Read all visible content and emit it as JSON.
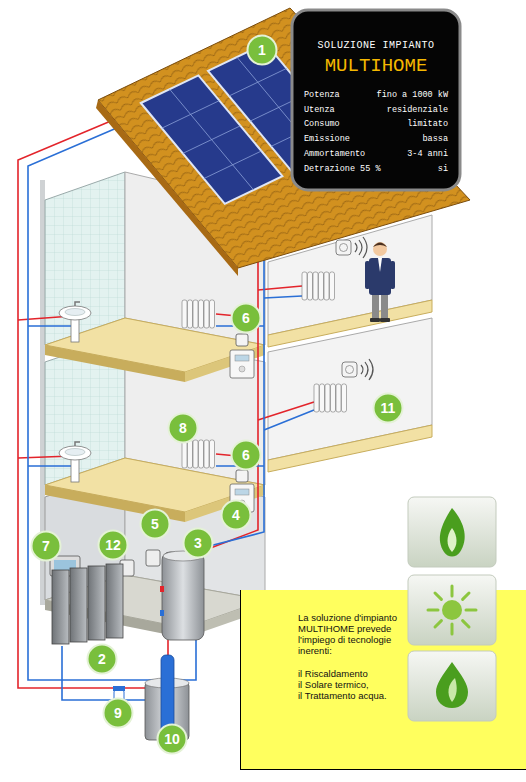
{
  "diagram": {
    "nodes": [
      {
        "text": [
          "SOLUZIONE IMPIANTO",
          "MULTIHOME",
          "Potenza",
          "fino a 1000 kW",
          "Utenza",
          "residenziale",
          "Consumo",
          "limitato",
          "Emissione",
          "bassa",
          "Ammortamento",
          "3-4 anni",
          "Detrazione 55 %",
          "si"
        ]
      },
      {
        "text": [
          "1"
        ]
      },
      {
        "text": [
          "6"
        ]
      },
      {
        "text": [
          "11"
        ]
      },
      {
        "text": [
          "8"
        ]
      },
      {
        "text": [
          "6"
        ]
      },
      {
        "text": [
          "4"
        ]
      },
      {
        "text": [
          "5"
        ]
      },
      {
        "text": [
          "7"
        ]
      },
      {
        "text": [
          "12"
        ]
      },
      {
        "text": [
          "3"
        ]
      },
      {
        "text": [
          "La soluzione d'impianto MULTIHOME prevede l'impiego di tecnologie inerenti:",
          "il Riscaldamento",
          "il Solare termico,",
          "il Trattamento acqua."
        ]
      },
      {
        "text": [
          "2"
        ]
      },
      {
        "text": [
          "9"
        ]
      },
      {
        "text": [
          "10"
        ]
      }
    ]
  }
}
